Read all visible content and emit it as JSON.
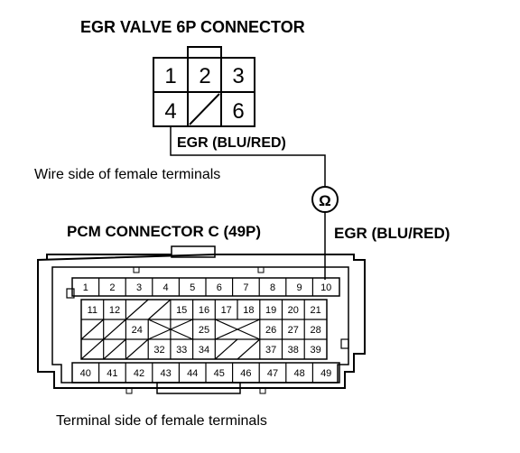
{
  "egr_title": "EGR VALVE 6P CONNECTOR",
  "egr_wire_label_top": "EGR (BLU/RED)",
  "wire_side_caption": "Wire side of female terminals",
  "pcm_title": "PCM CONNECTOR C (49P)",
  "egr_wire_label_right": "EGR (BLU/RED)",
  "ohm_symbol": "Ω",
  "terminal_side_caption": "Terminal side of female terminals",
  "egr_pins": [
    "1",
    "2",
    "3",
    "4",
    "6"
  ],
  "pcm_pins": {
    "row1": [
      "1",
      "2",
      "3",
      "4",
      "5",
      "6",
      "7",
      "8",
      "9",
      "10"
    ],
    "row2": [
      "11",
      "12",
      "15",
      "16",
      "17",
      "18",
      "19",
      "20",
      "21"
    ],
    "row3": [
      "24",
      "25",
      "26",
      "27",
      "28"
    ],
    "row4": [
      "32",
      "33",
      "34",
      "37",
      "38",
      "39"
    ],
    "row5": [
      "40",
      "41",
      "42",
      "43",
      "44",
      "45",
      "46",
      "47",
      "48",
      "49"
    ]
  }
}
